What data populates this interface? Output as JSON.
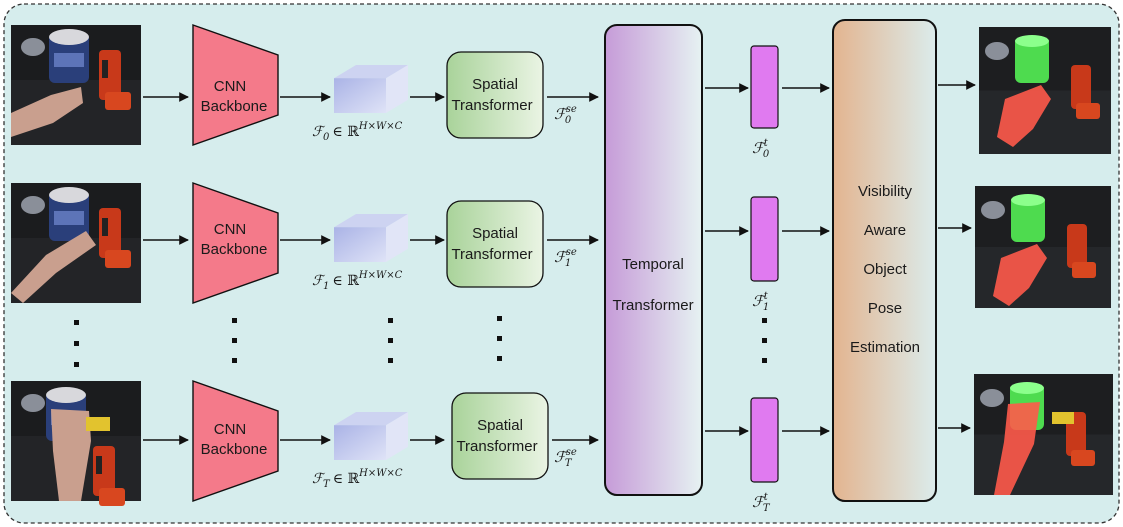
{
  "diagram": {
    "cnn_label_line1": "CNN",
    "cnn_label_line2": "Backbone",
    "spatial_label_line1": "Spatial",
    "spatial_label_line2": "Transformer",
    "temporal_label_line1": "Temporal",
    "temporal_label_line2": "Transformer",
    "vaope_lines": [
      "Visibility",
      "Aware",
      "Object",
      "Pose",
      "Estimation"
    ],
    "feature_set_suffix": "∈ ℝ",
    "feature_set_exponent": "H×W×C",
    "feature_symbol": "ℱ",
    "spatial_sup": "se",
    "temporal_sup": "t",
    "rows": [
      {
        "sub": "0"
      },
      {
        "sub": "1"
      },
      {
        "sub": "T"
      }
    ],
    "colors": {
      "background": "#d8eeee",
      "cnn": "#f47a8a",
      "feature_block": "#b9c1ea",
      "spatial": "#b6d9a8",
      "temporal_top": "#c79fd9",
      "vaope_left": "#e6b893",
      "token": "#e07af0",
      "hand_overlay": "#ff5a4a",
      "object_overlay": "#54f054"
    }
  }
}
